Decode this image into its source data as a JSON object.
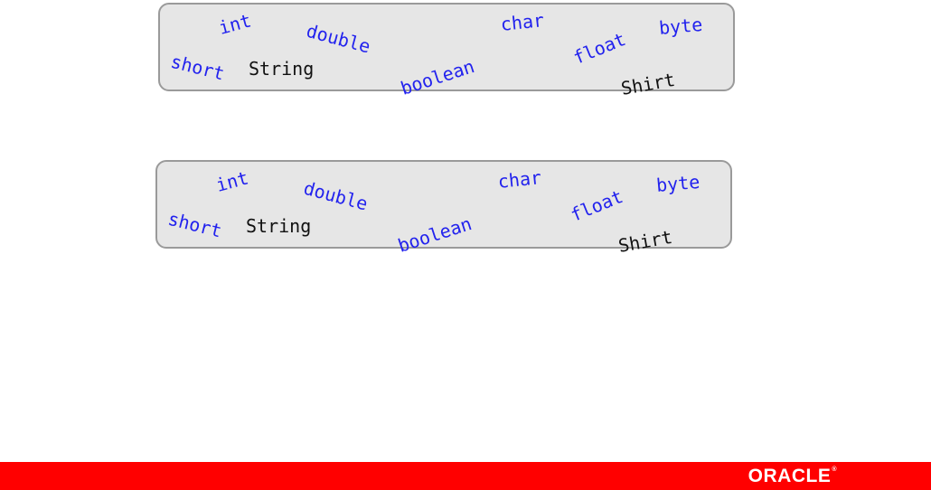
{
  "panels": [
    {
      "words": {
        "int": "int",
        "double": "double",
        "char": "char",
        "float": "float",
        "byte": "byte",
        "short": "short",
        "string": "String",
        "boolean": "boolean",
        "shirt": "Shirt"
      }
    },
    {
      "words": {
        "int": "int",
        "double": "double",
        "char": "char",
        "float": "float",
        "byte": "byte",
        "short": "short",
        "string": "String",
        "boolean": "boolean",
        "shirt": "Shirt"
      }
    }
  ],
  "footer": {
    "logo": "ORACLE",
    "logo_mark": "®"
  },
  "colors": {
    "primitive_word": "#2222ee",
    "class_word": "#111111",
    "panel_background": "#e6e6e6",
    "panel_border": "#9a9a9a",
    "footer_background": "#ff0000",
    "logo": "#ffffff"
  }
}
